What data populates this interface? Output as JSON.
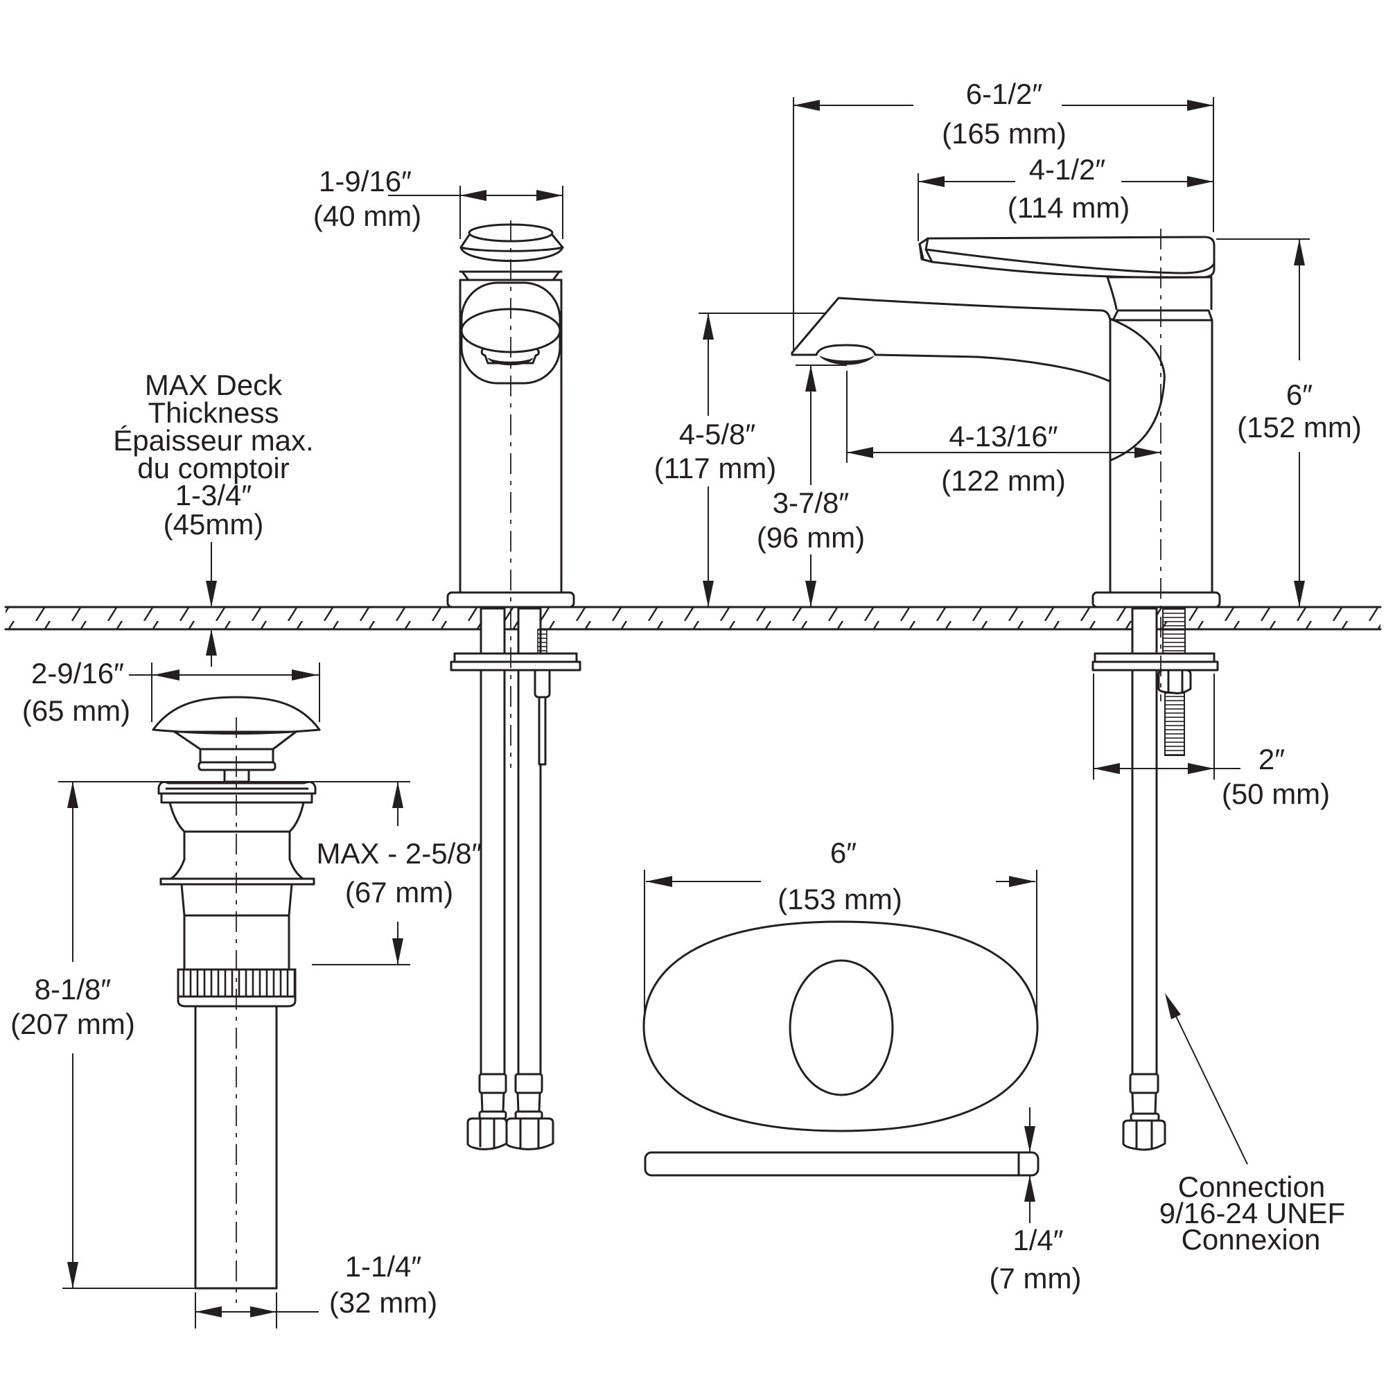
{
  "drawing": {
    "colors": {
      "line": "#231f20",
      "background": "#ffffff"
    },
    "dims": {
      "spout_reach": {
        "l1": "6-1/2″",
        "l2": "(165 mm)"
      },
      "handle_length": {
        "l1": "4-1/2″",
        "l2": "(114 mm)"
      },
      "front_body_width": {
        "l1": "1-9/16″",
        "l2": "(40 mm)"
      },
      "spout_height": {
        "l1": "4-5/8″",
        "l2": "(117 mm)"
      },
      "aerator_height": {
        "l1": "3-7/8″",
        "l2": "(96 mm)"
      },
      "aerator_reach": {
        "l1": "4-13/16″",
        "l2": "(122 mm)"
      },
      "overall_height": {
        "l1": "6″",
        "l2": "(152 mm)"
      },
      "drain_cap_width": {
        "l1": "2-9/16″",
        "l2": "(65 mm)"
      },
      "drain_body_max": {
        "l1": "MAX - 2-5/8″",
        "l2": "(67 mm)"
      },
      "drain_length": {
        "l1": "8-1/8″",
        "l2": "(207 mm)"
      },
      "base_width": {
        "l1": "2″",
        "l2": "(50 mm)"
      },
      "plate_width": {
        "l1": "6″",
        "l2": "(153 mm)"
      },
      "tailpiece_dia": {
        "l1": "1-1/4″",
        "l2": "(32 mm)"
      },
      "plate_thickness": {
        "l1": "1/4″",
        "l2": "(7 mm)"
      }
    },
    "notes": {
      "max_deck": {
        "l1": "MAX Deck",
        "l2": "Thickness",
        "l3": "Épaisseur max.",
        "l4": "du comptoir",
        "l5": "1-3/4″",
        "l6": "(45mm)"
      },
      "connection": {
        "l1": "Connection",
        "l2": "9/16-24 UNEF",
        "l3": "Connexion"
      }
    }
  }
}
